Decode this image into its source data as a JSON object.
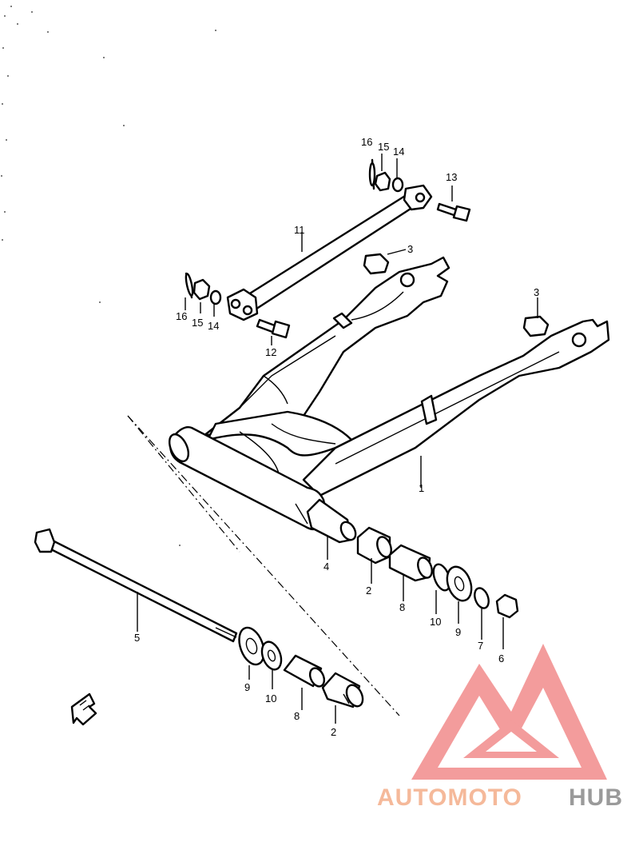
{
  "diagram": {
    "callouts": [
      {
        "id": "frame",
        "text": "1"
      },
      {
        "id": "bearing-upper",
        "text": "2"
      },
      {
        "id": "bearing-lower",
        "text": "2"
      },
      {
        "id": "bush-left",
        "text": "3"
      },
      {
        "id": "bush-right",
        "text": "3"
      },
      {
        "id": "pipe",
        "text": "4"
      },
      {
        "id": "pivot-shaft",
        "text": "5"
      },
      {
        "id": "nut",
        "text": "6"
      },
      {
        "id": "washer",
        "text": "7"
      },
      {
        "id": "spacer-upper",
        "text": "8"
      },
      {
        "id": "spacer-lower",
        "text": "8"
      },
      {
        "id": "seal-upper",
        "text": "9"
      },
      {
        "id": "seal-lower",
        "text": "9"
      },
      {
        "id": "washer-upper",
        "text": "10"
      },
      {
        "id": "washer-lower",
        "text": "10"
      },
      {
        "id": "torque-link",
        "text": "11"
      },
      {
        "id": "bolt-left",
        "text": "12"
      },
      {
        "id": "bolt-right",
        "text": "13"
      },
      {
        "id": "washer14-right",
        "text": "14"
      },
      {
        "id": "washer14-left",
        "text": "14"
      },
      {
        "id": "nut15-right",
        "text": "15"
      },
      {
        "id": "nut15-left",
        "text": "15"
      },
      {
        "id": "pin16-right",
        "text": "16"
      },
      {
        "id": "pin16-left",
        "text": "16"
      }
    ]
  },
  "watermark": {
    "word_a": "AUTOMOTO",
    "word_b": "HUB",
    "color_a": "#f5b99a",
    "color_b": "#9a9a9a",
    "logo_color": "#f28b8b"
  },
  "colors": {
    "ink": "#000000",
    "paper": "#ffffff"
  },
  "icons": {
    "front-arrow": "front-arrow-icon",
    "logo": "amh-logo-icon"
  }
}
